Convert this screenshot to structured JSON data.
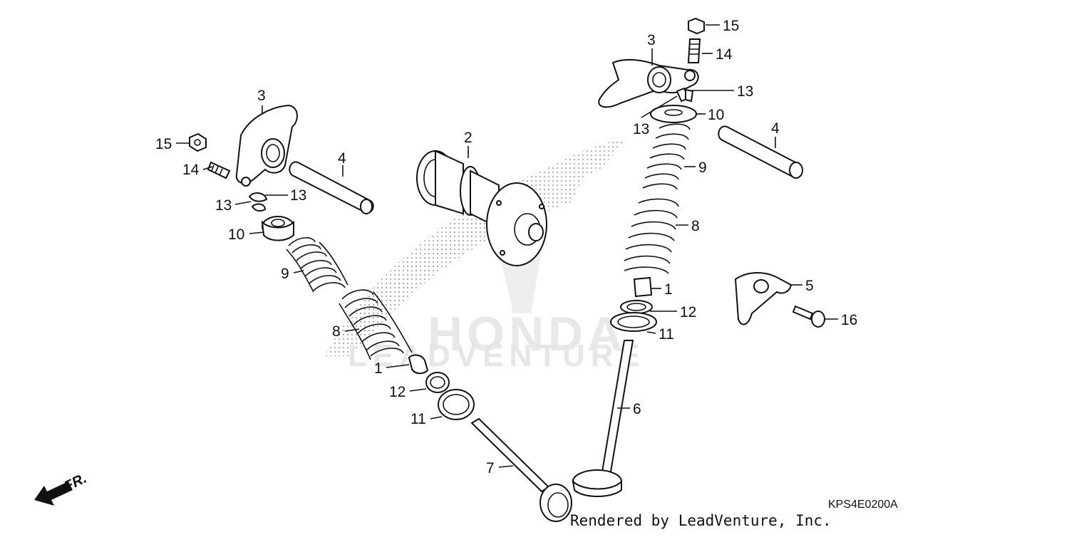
{
  "diagram": {
    "watermark_brand": "HONDA",
    "watermark_dealer": "LEADVENTURE",
    "front_indicator": "FR.",
    "diagram_code": "KPS4E0200A",
    "render_credit": "Rendered by LeadVenture, Inc."
  },
  "callouts": {
    "left_3": "3",
    "left_4": "4",
    "left_15": "15",
    "left_14": "14",
    "left_13a": "13",
    "left_13b": "13",
    "left_10": "10",
    "left_9": "9",
    "left_8": "8",
    "left_1": "1",
    "left_12": "12",
    "left_11": "11",
    "left_7": "7",
    "center_2": "2",
    "right_15": "15",
    "right_14": "14",
    "right_3": "3",
    "right_13a": "13",
    "right_13b": "13",
    "right_10": "10",
    "right_4": "4",
    "right_9": "9",
    "right_8": "8",
    "right_1": "1",
    "right_12": "12",
    "right_11": "11",
    "right_6": "6",
    "right_5": "5",
    "right_16": "16"
  }
}
